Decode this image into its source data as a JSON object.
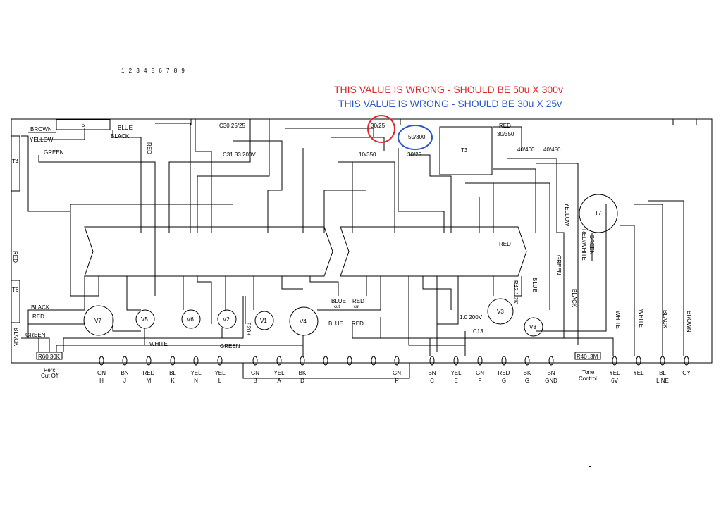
{
  "notes": {
    "red": "THIS VALUE IS WRONG - SHOULD BE 50u X 300v",
    "blue": "THIS VALUE IS WRONG - SHOULD BE 30u X 25v",
    "red_color": "#e0262a",
    "blue_color": "#2d59c8"
  },
  "ruler": "1 2 3 4 5 6 7 8 9",
  "transformers": {
    "t4": "T4",
    "t5": "T5",
    "t6": "T6",
    "t3": "T3",
    "t7": "T7"
  },
  "wires": {
    "brown": "BROWN",
    "yellow": "YELLOW",
    "green": "GREEN",
    "blue": "BLUE",
    "black": "BLACK",
    "red": "RED",
    "white": "WHITE",
    "red_white": "RED/WHITE",
    "blue_cut": "BLUE",
    "red_cut": "RED",
    "cut": "cut"
  },
  "caps": {
    "c30": "C30 25/25",
    "c31": "C31 33 200V",
    "c_30_25_top": "30/25",
    "c_50_300": "50/300",
    "c_10_350": "10/350",
    "c_30_25_bottom": "30/25",
    "c_30_350": "30/350",
    "c_40_400": "40/400",
    "c_40_450": "40/450",
    "c13_value": "1.0 200V",
    "c13": "C13"
  },
  "resistors": {
    "r820k": "820K",
    "r42": "R42 1.2K",
    "r60": "R60 30K",
    "r40": "R40 .3M"
  },
  "tubes": {
    "v7": "V7",
    "v5": "V5",
    "v6": "V6",
    "v2": "V2",
    "v1": "V1",
    "v4": "V4",
    "v3": "V3",
    "v8": "V8"
  },
  "terminals": [
    {
      "top": "GN",
      "bottom": "H"
    },
    {
      "top": "BN",
      "bottom": "J"
    },
    {
      "top": "RED",
      "bottom": "M"
    },
    {
      "top": "BL",
      "bottom": "K"
    },
    {
      "top": "YEL",
      "bottom": "N"
    },
    {
      "top": "YEL",
      "bottom": "L"
    },
    {
      "top": "GN",
      "bottom": "B"
    },
    {
      "top": "YEL",
      "bottom": "A"
    },
    {
      "top": "BK",
      "bottom": "D"
    },
    {
      "top": "GN",
      "bottom": "P"
    },
    {
      "top": "BN",
      "bottom": "C"
    },
    {
      "top": "YEL",
      "bottom": "E"
    },
    {
      "top": "GN",
      "bottom": "F"
    },
    {
      "top": "RED",
      "bottom": "G"
    },
    {
      "top": "BK",
      "bottom": "G"
    },
    {
      "top": "BN",
      "bottom": "GND"
    },
    {
      "top": "YEL",
      "bottom": "6V"
    },
    {
      "top": "YEL",
      "bottom": ""
    },
    {
      "top": "BL",
      "bottom": "LINE"
    },
    {
      "top": "GY",
      "bottom": ""
    }
  ],
  "controls": {
    "perc": "Perc",
    "cutoff": "Cut Off",
    "tone": "Tone",
    "control": "Control"
  }
}
